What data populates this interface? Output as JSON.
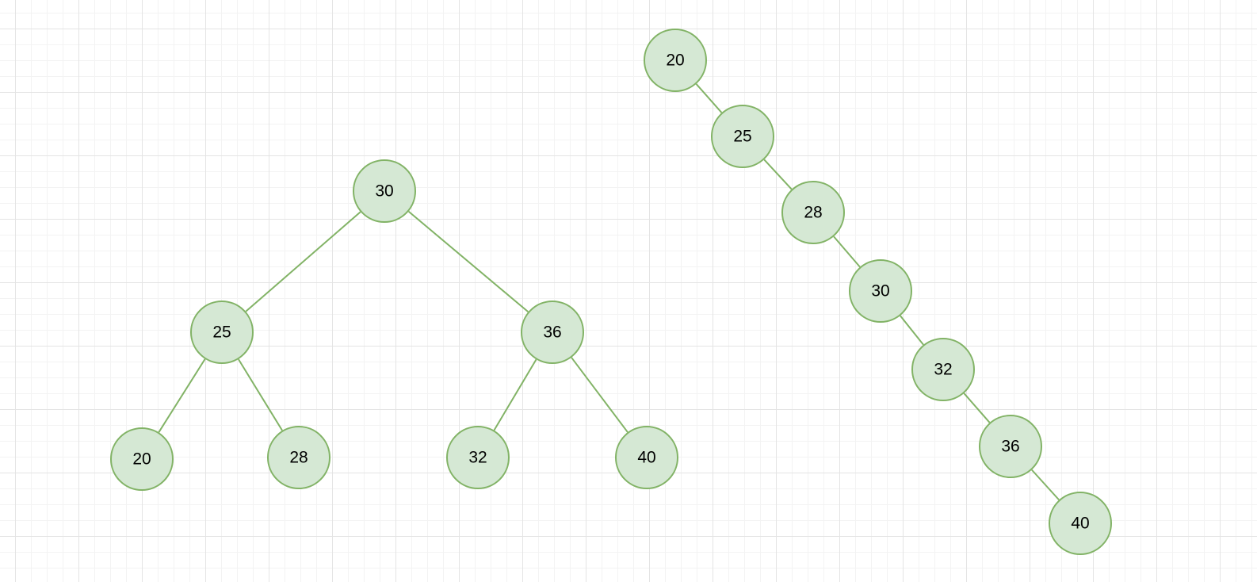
{
  "colors": {
    "node_fill": "#d5e8d4",
    "node_stroke": "#82b366",
    "edge": "#82b366"
  },
  "balanced_tree": {
    "nodes": [
      {
        "id": "b30",
        "label": "30"
      },
      {
        "id": "b25",
        "label": "25"
      },
      {
        "id": "b36",
        "label": "36"
      },
      {
        "id": "b20",
        "label": "20"
      },
      {
        "id": "b28",
        "label": "28"
      },
      {
        "id": "b32",
        "label": "32"
      },
      {
        "id": "b40",
        "label": "40"
      }
    ],
    "edges": [
      {
        "from": "b30",
        "to": "b25"
      },
      {
        "from": "b30",
        "to": "b36"
      },
      {
        "from": "b25",
        "to": "b20"
      },
      {
        "from": "b25",
        "to": "b28"
      },
      {
        "from": "b36",
        "to": "b32"
      },
      {
        "from": "b36",
        "to": "b40"
      }
    ]
  },
  "degenerate_tree": {
    "nodes": [
      {
        "id": "d20",
        "label": "20"
      },
      {
        "id": "d25",
        "label": "25"
      },
      {
        "id": "d28",
        "label": "28"
      },
      {
        "id": "d30",
        "label": "30"
      },
      {
        "id": "d32",
        "label": "32"
      },
      {
        "id": "d36",
        "label": "36"
      },
      {
        "id": "d40",
        "label": "40"
      }
    ],
    "edges": [
      {
        "from": "d20",
        "to": "d25"
      },
      {
        "from": "d25",
        "to": "d28"
      },
      {
        "from": "d28",
        "to": "d30"
      },
      {
        "from": "d30",
        "to": "d32"
      },
      {
        "from": "d32",
        "to": "d36"
      },
      {
        "from": "d36",
        "to": "d40"
      }
    ]
  }
}
